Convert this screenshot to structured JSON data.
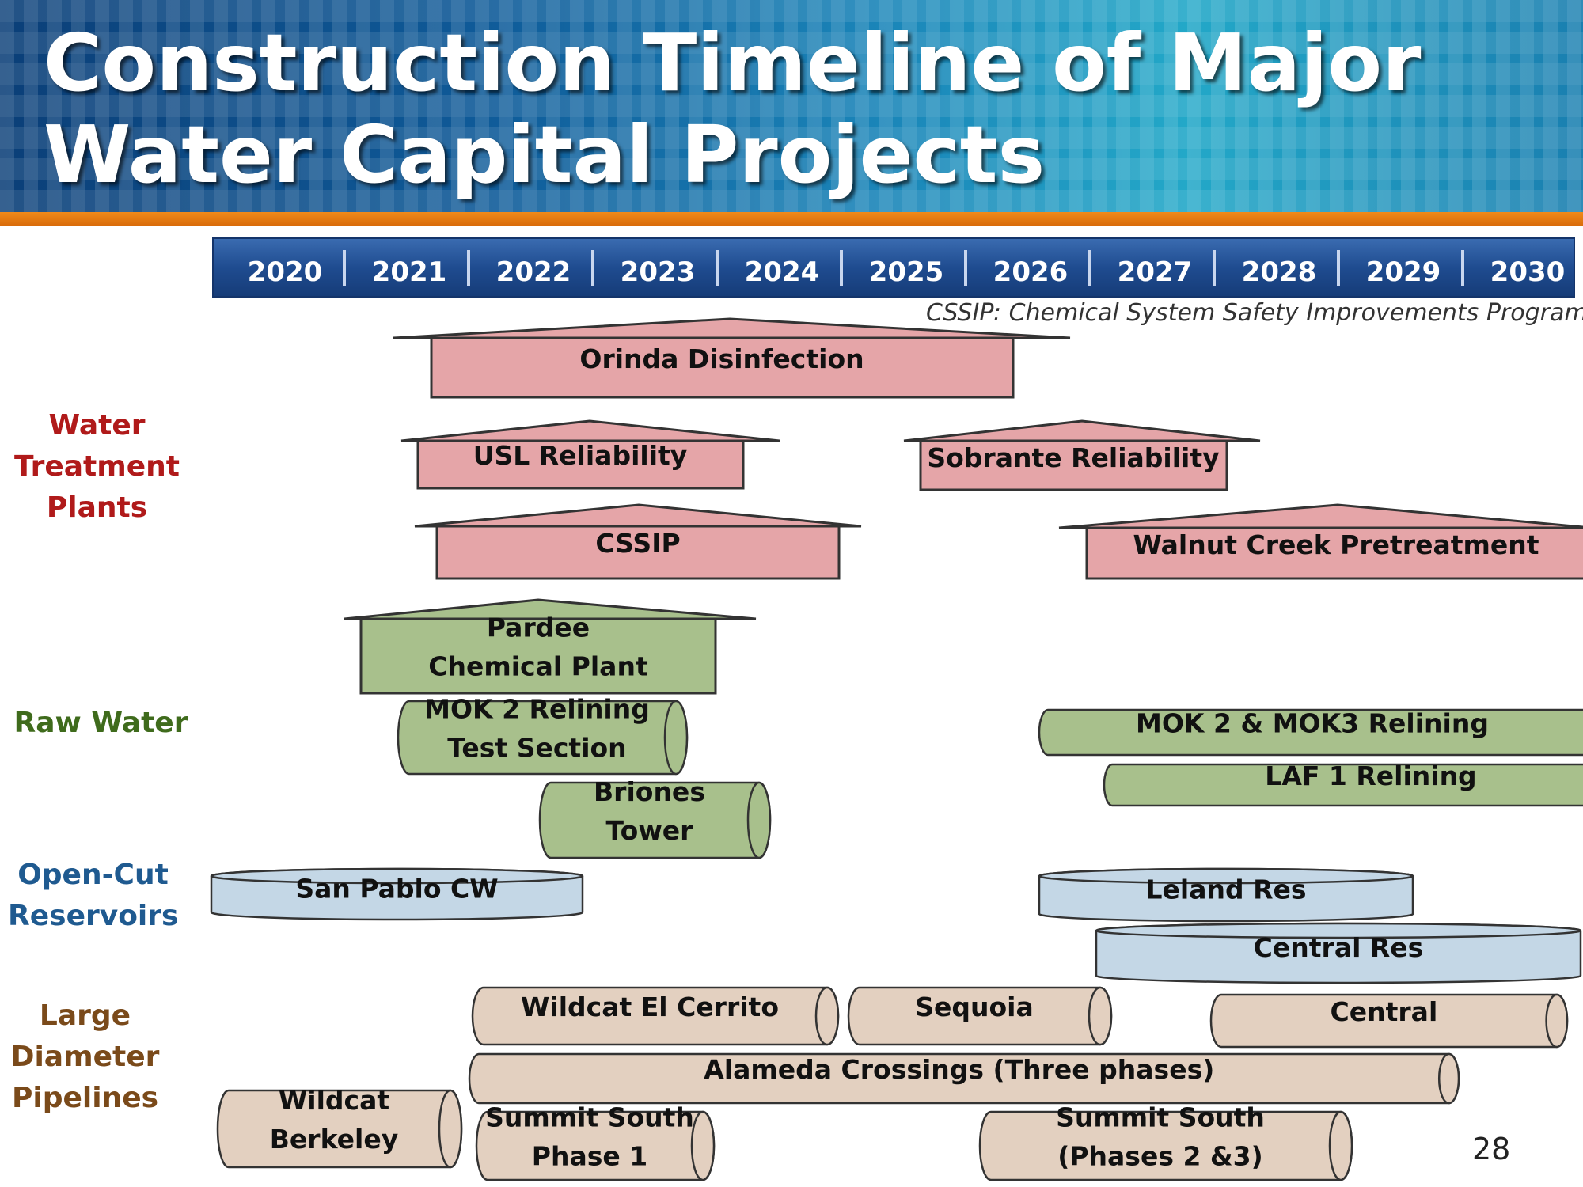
{
  "title": {
    "line1": "Construction Timeline of Major",
    "line2": "Water Capital Projects"
  },
  "timeline": {
    "years": [
      "2020",
      "2021",
      "2022",
      "2023",
      "2024",
      "2025",
      "2026",
      "2027",
      "2028",
      "2029",
      "2030"
    ]
  },
  "footnote": "CSSIP: Chemical System Safety Improvements Program",
  "categories": {
    "water_treatment": [
      "Water",
      "Treatment",
      "Plants"
    ],
    "raw_water": "Raw Water",
    "reservoirs": [
      "Open-Cut",
      "Reservoirs"
    ],
    "pipelines": [
      "Large",
      "Diameter",
      "Pipelines"
    ]
  },
  "colors": {
    "treatment_fill": "#e5a5a8",
    "raw_water_fill": "#a8c08c",
    "reservoir_fill": "#c4d7e6",
    "pipeline_fill": "#e3d0c0",
    "treatment_label": "#b01a1a",
    "raw_water_label": "#3f6b1c",
    "reservoir_label": "#1f5a90",
    "pipeline_label": "#7a4a1a",
    "header_accent": "#f08a1a"
  },
  "projects": {
    "orinda": [
      "Orinda Disinfection"
    ],
    "usl": [
      "USL Reliability"
    ],
    "sobrante": [
      "Sobrante Reliability"
    ],
    "cssip": [
      "CSSIP"
    ],
    "walnut": [
      "Walnut Creek Pretreatment"
    ],
    "pardee": [
      "Pardee",
      "Chemical Plant"
    ],
    "mok2test": [
      "MOK 2 Relining",
      "Test Section"
    ],
    "mok23": [
      "MOK 2 & MOK3 Relining"
    ],
    "laf1": [
      "LAF 1 Relining"
    ],
    "briones": [
      "Briones",
      "Tower"
    ],
    "sanpablo": [
      "San Pablo CW"
    ],
    "leland": [
      "Leland Res"
    ],
    "centralres": [
      "Central Res"
    ],
    "wildcat_ec": [
      "Wildcat El Cerrito"
    ],
    "sequoia": [
      "Sequoia"
    ],
    "central_pipe": [
      "Central"
    ],
    "alameda": [
      "Alameda Crossings (Three phases)"
    ],
    "wildcat_berk": [
      "Wildcat",
      "Berkeley"
    ],
    "summit1": [
      "Summit South",
      "Phase 1"
    ],
    "summit23": [
      "Summit South",
      "(Phases 2 &3)"
    ]
  },
  "page_number": "28"
}
